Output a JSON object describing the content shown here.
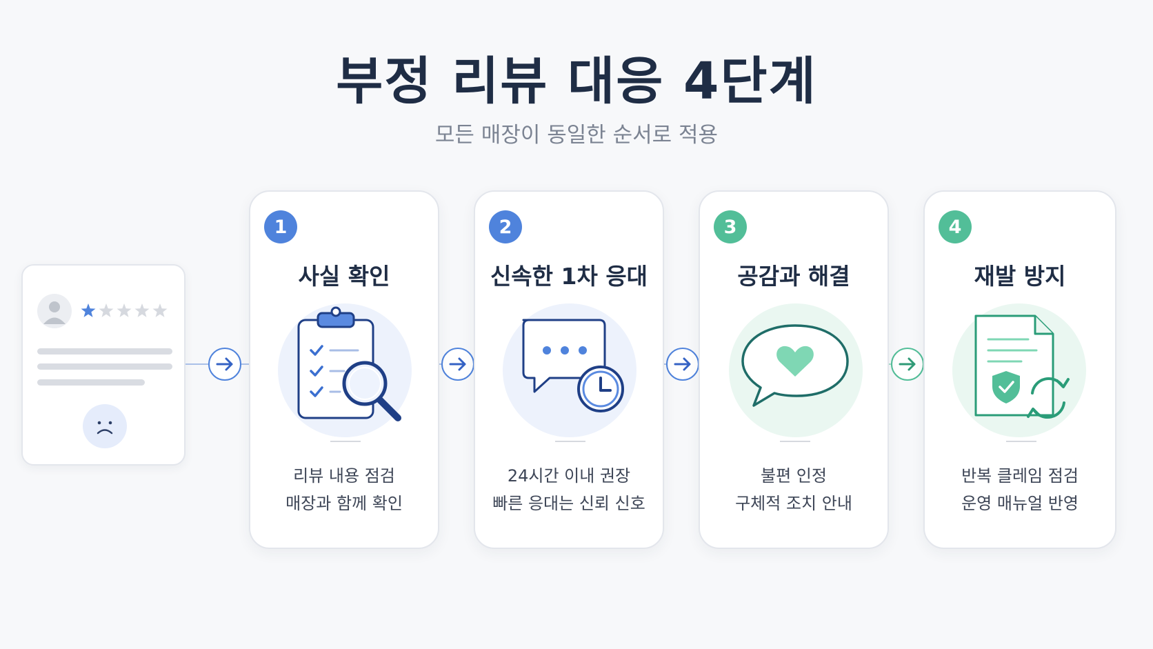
{
  "header": {
    "title": "부정 리뷰 대응 4단계",
    "subtitle": "모든 매장이 동일한 순서로 적용"
  },
  "review_card": {
    "rating": 1,
    "max_rating": 5,
    "avatar_icon": "user-avatar-icon",
    "mood_icon": "sad-face-icon"
  },
  "steps": [
    {
      "number": "1",
      "title": "사실 확인",
      "icon": "clipboard-magnifier-icon",
      "lines": [
        "리뷰 내용 점검",
        "매장과 함께 확인"
      ],
      "color": "#4f83dc"
    },
    {
      "number": "2",
      "title": "신속한 1차 응대",
      "icon": "chat-clock-icon",
      "lines": [
        "24시간 이내 권장",
        "빠른 응대는 신뢰 신호"
      ],
      "color": "#4f83dc"
    },
    {
      "number": "3",
      "title": "공감과 해결",
      "icon": "heart-speech-bubble-icon",
      "lines": [
        "불편 인정",
        "구체적 조치 안내"
      ],
      "color": "#52be98"
    },
    {
      "number": "4",
      "title": "재발 방지",
      "icon": "document-shield-refresh-icon",
      "lines": [
        "반복 클레임 점검",
        "운영 매뉴얼 반영"
      ],
      "color": "#52be98"
    }
  ],
  "colors": {
    "blue": "#4f83dc",
    "green": "#52be98",
    "navy": "#1f3f86",
    "teal": "#1f6d68"
  }
}
